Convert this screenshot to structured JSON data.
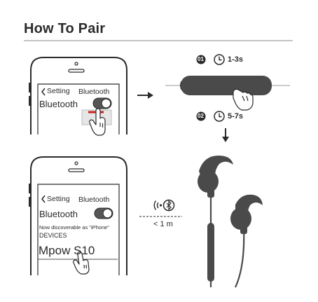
{
  "title": "How To Pair",
  "phone_top": {
    "back_label": "Setting",
    "header": "Bluetooth",
    "row_label": "Bluetooth"
  },
  "phone_bottom": {
    "back_label": "Setting",
    "header": "Bluetooth",
    "row_label": "Bluetooth",
    "discoverable_text": "Now discoverable as \"iPhone\"",
    "devices_label": "DEVICES",
    "device_name": "Mpow S10"
  },
  "steps": [
    {
      "number": "01",
      "duration": "1-3s"
    },
    {
      "number": "02",
      "duration": "5-7s"
    }
  ],
  "distance_label": "< 1 m",
  "colors": {
    "ink": "#2b2b2b",
    "product": "#4a4a4a",
    "toggle_on": "#555555",
    "highlight": "#cc2222",
    "line": "#9a9a9a"
  },
  "icons": [
    "chevron-left-icon",
    "toggle-icon",
    "pointing-hand-icon",
    "arrow-right-icon",
    "arrow-down-icon",
    "clock-icon",
    "wireless-signal-icon",
    "bluetooth-icon"
  ]
}
